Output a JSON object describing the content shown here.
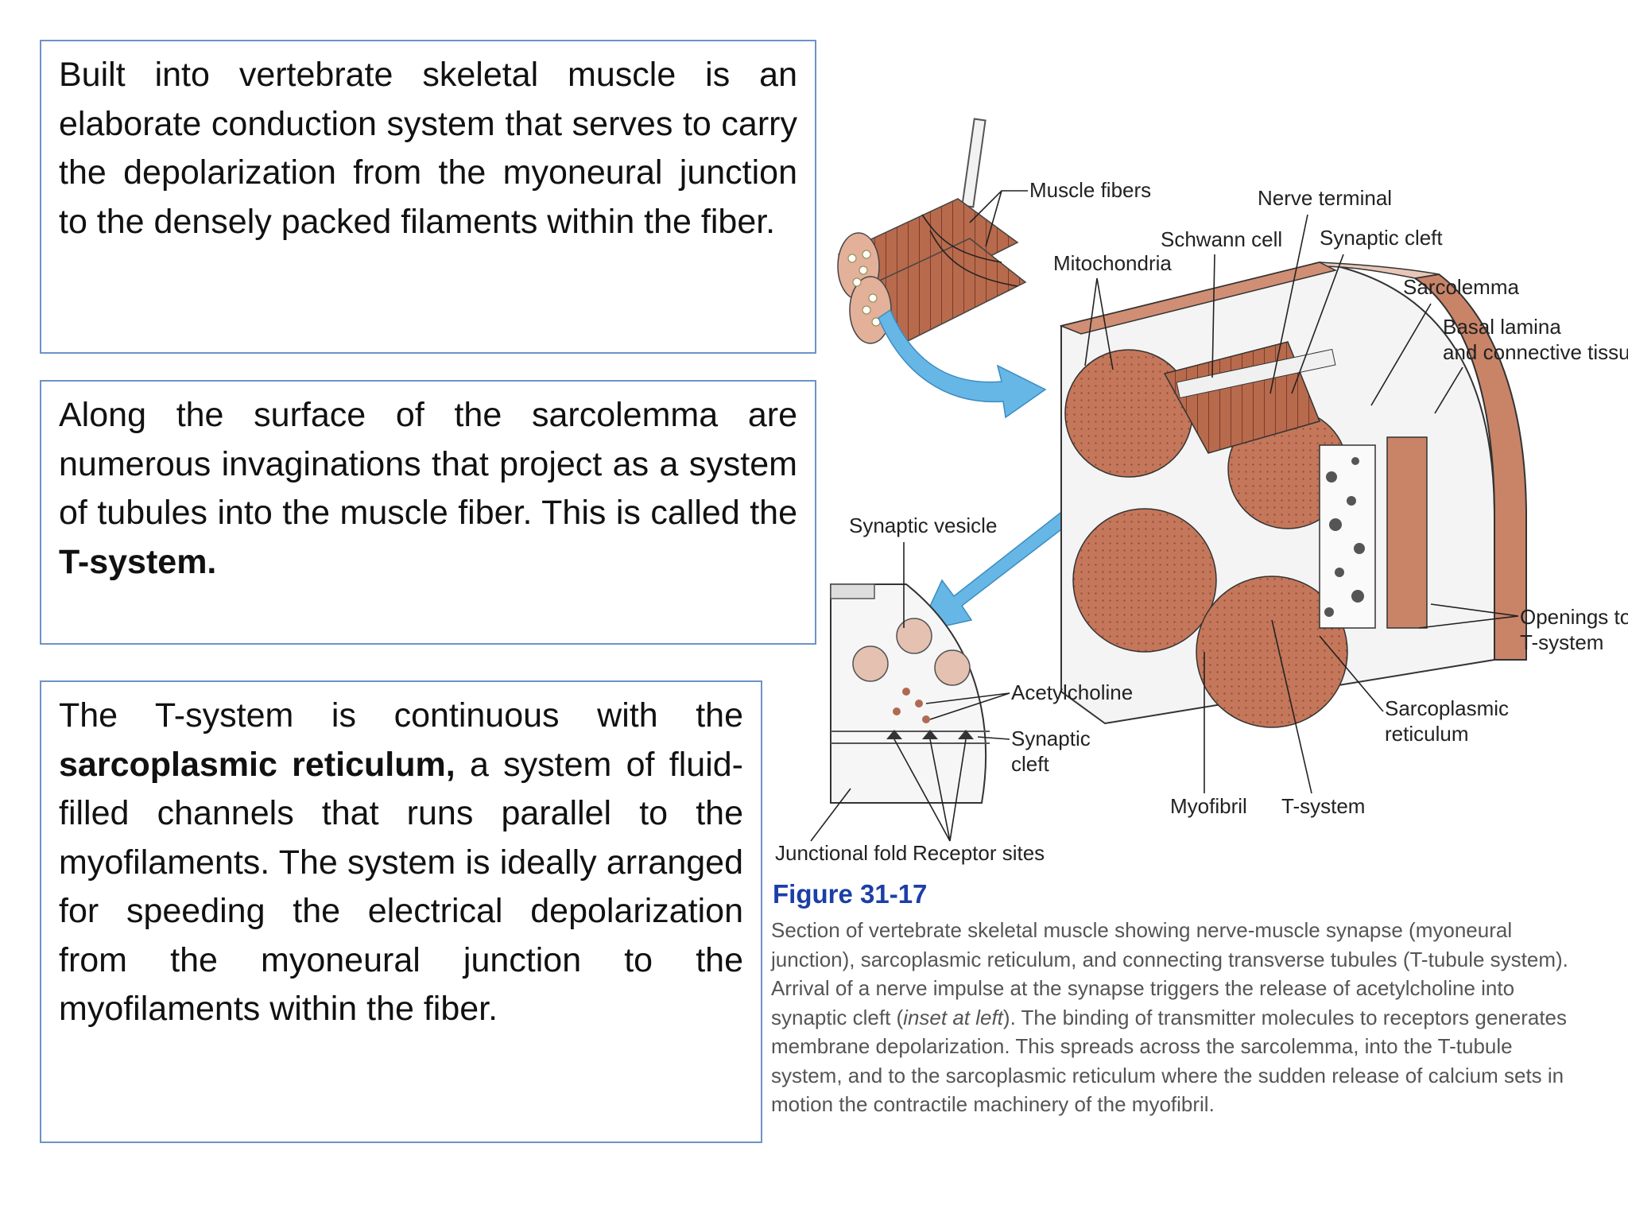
{
  "box1": {
    "text": "Built into vertebrate skeletal muscle is an elaborate conduction system that serves to carry the depolarization from the myoneural junction to the densely packed filaments within the fiber."
  },
  "box2": {
    "pre": "Along the surface of the sarcolemma are numerous invaginations that project as a system of tubules into the muscle fiber. This is called the ",
    "bold": "T-system."
  },
  "box3": {
    "pre": "The T-system is continuous with the ",
    "bold": "sarcoplasmic reticulum,",
    "post": " a system of fluid-filled channels that runs parallel to the myofilaments. The system is ideally arranged for speeding the electrical depolarization from the myoneural junction to the myofilaments within the fiber."
  },
  "diagram": {
    "labels": {
      "muscle_fibers": "Muscle fibers",
      "nerve_terminal": "Nerve terminal",
      "schwann_cell": "Schwann cell",
      "synaptic_cleft_top": "Synaptic cleft",
      "mitochondria": "Mitochondria",
      "sarcolemma": "Sarcolemma",
      "basal_lamina_1": "Basal lamina",
      "basal_lamina_2": "and connective tissue",
      "synaptic_vesicle": "Synaptic vesicle",
      "openings_1": "Openings to",
      "openings_2": "T-system",
      "acetylcholine": "Acetylcholine",
      "synaptic_cleft_inset_1": "Synaptic",
      "synaptic_cleft_inset_2": "cleft",
      "sarcoplasmic_1": "Sarcoplasmic",
      "sarcoplasmic_2": "reticulum",
      "myofibril": "Myofibril",
      "t_system": "T-system",
      "junctional_fold": "Junctional fold",
      "receptor_sites": "Receptor sites"
    },
    "figure_title": "Figure 31-17",
    "colors": {
      "muscle": "#c4775a",
      "muscle_dark": "#a85e43",
      "arrow": "#66b6e6",
      "figure_title": "#1c3fa6"
    }
  },
  "caption": {
    "part1": "Section of vertebrate skeletal muscle showing nerve-muscle synapse (myoneural junction), sarcoplasmic reticulum, and connecting transverse tubules (T-tubule system). Arrival of a nerve impulse at the synapse triggers the release of acetylcholine into synaptic cleft (",
    "italic": "inset at left",
    "part2": "). The binding of transmitter molecules to receptors generates membrane depolarization. This spreads across the sarcolemma, into the T-tubule system, and to the sarcoplasmic reticulum where the sudden release of calcium sets in motion the contractile machinery of the myofibril."
  }
}
